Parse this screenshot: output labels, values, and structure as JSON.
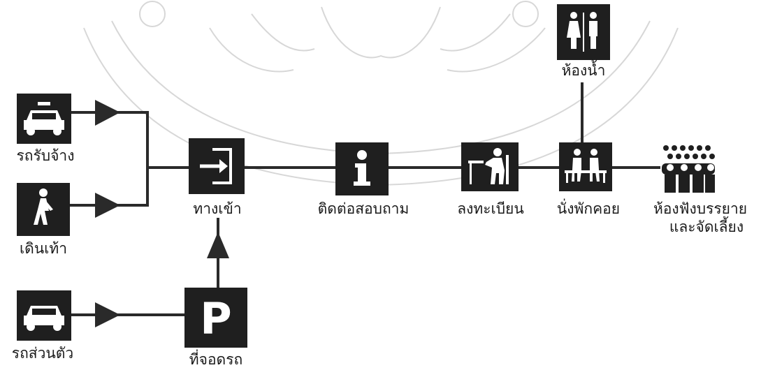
{
  "nodes": {
    "taxi": {
      "label": "รถรับจ้าง",
      "icon": "taxi-icon"
    },
    "walk": {
      "label": "เดินเท้า",
      "icon": "pedestrian-icon"
    },
    "private_car": {
      "label": "รถส่วนตัว",
      "icon": "car-icon"
    },
    "entrance": {
      "label": "ทางเข้า",
      "icon": "entrance-arrow-icon"
    },
    "parking": {
      "label": "ที่จอดรถ",
      "icon": "parking-icon"
    },
    "information": {
      "label": "ติดต่อสอบถาม",
      "icon": "information-icon"
    },
    "registration": {
      "label": "ลงทะเบียน",
      "icon": "registration-desk-icon"
    },
    "lounge": {
      "label": "นั่งพักคอย",
      "icon": "waiting-bench-icon"
    },
    "restroom": {
      "label": "ห้องน้ำ",
      "icon": "restroom-icon"
    },
    "lecture_hall": {
      "line1": "ห้องฟังบรรยาย",
      "line2": "และจัดเลี้ยง",
      "icon": "audience-icon"
    }
  },
  "colors": {
    "icon_fill": "#1f1f1f",
    "line": "#2a2a2a",
    "watermark": "#b8b8b8"
  }
}
